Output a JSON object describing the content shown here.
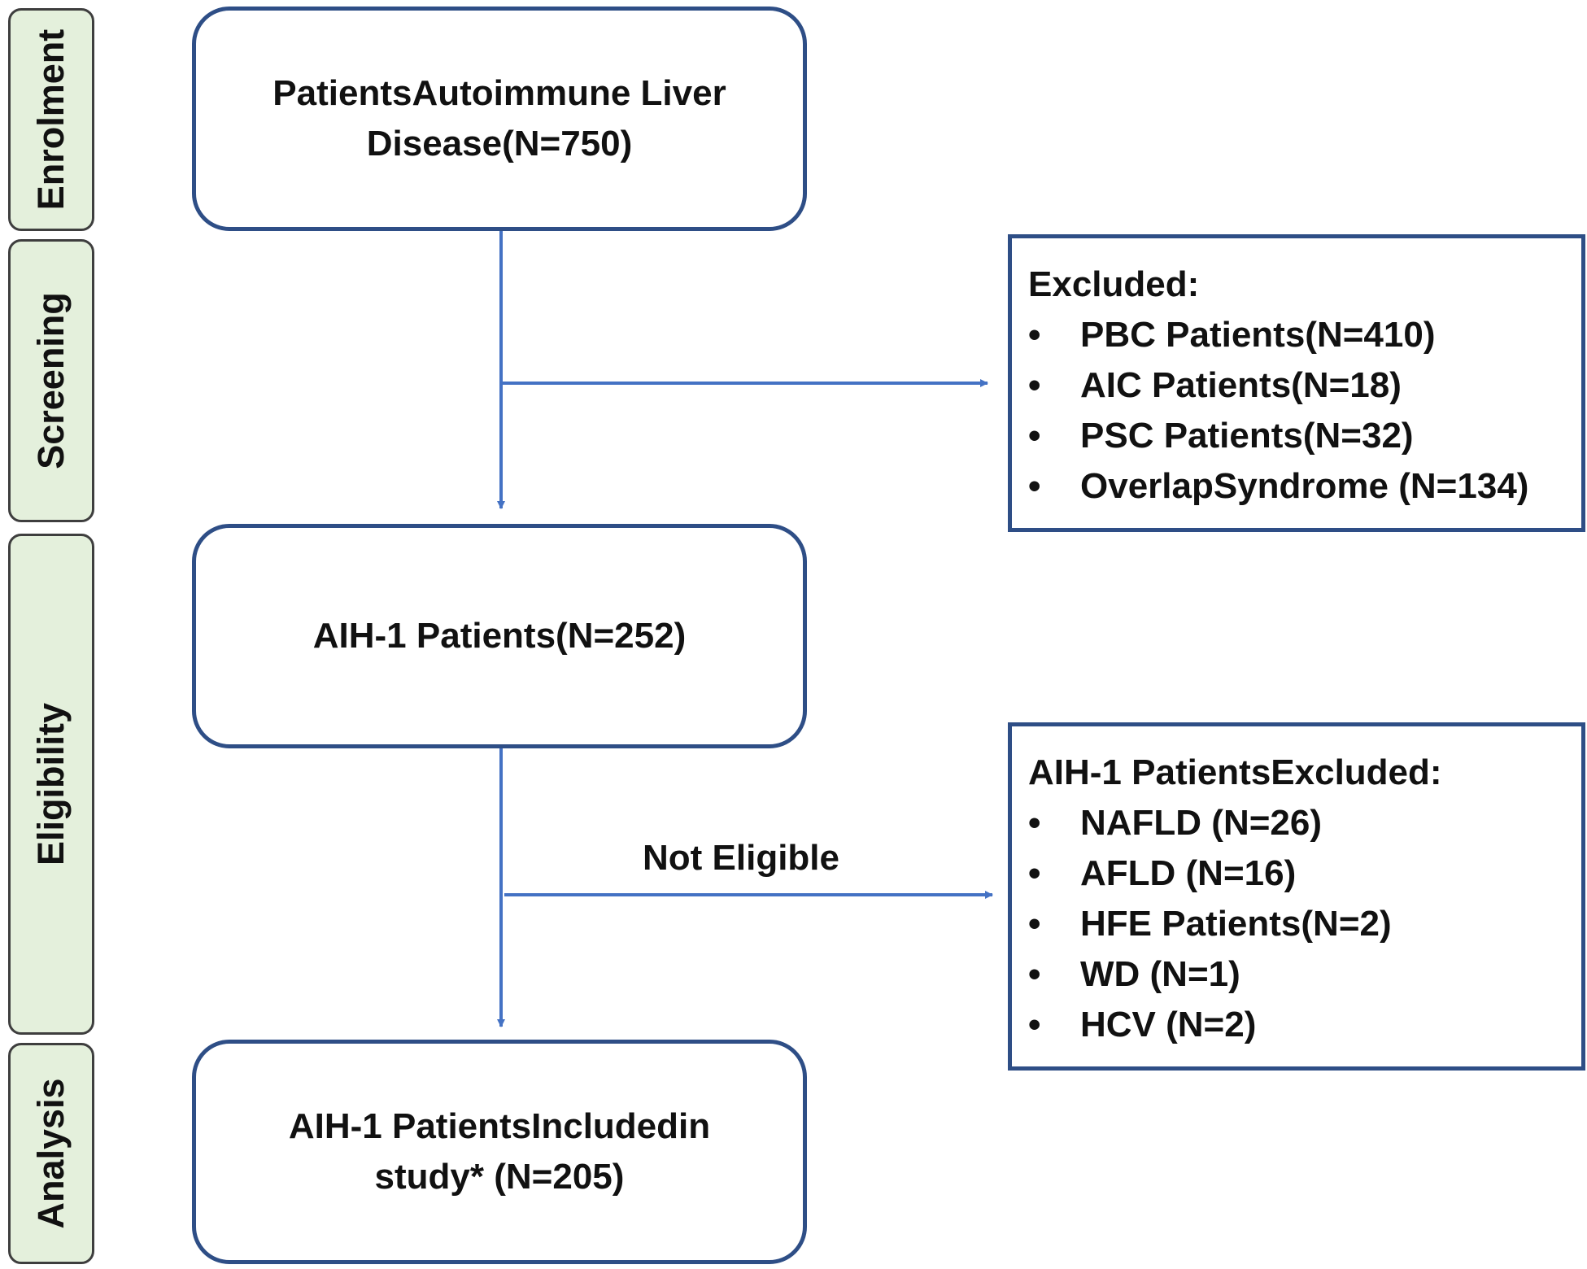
{
  "phases": [
    {
      "label": "Enrolment"
    },
    {
      "label": "Screening"
    },
    {
      "label": "Eligibility"
    },
    {
      "label": "Analysis"
    }
  ],
  "boxes": {
    "enrolment": {
      "line1": "PatientsAutoimmune Liver",
      "line2": "Disease(N=750)"
    },
    "eligible": {
      "line1": "AIH-1 Patients(N=252)"
    },
    "analysis": {
      "line1": "AIH-1 PatientsIncludedin",
      "line2": "study* (N=205)"
    }
  },
  "excluded_1": {
    "title": "Excluded:",
    "items": [
      "PBC Patients(N=410)",
      "AIC Patients(N=18)",
      "PSC Patients(N=32)",
      "OverlapSyndrome (N=134)"
    ]
  },
  "excluded_2": {
    "title": "AIH-1 PatientsExcluded:",
    "items": [
      "NAFLD (N=26)",
      "AFLD (N=16)",
      "HFE Patients(N=2)",
      "WD (N=1)",
      "HCV (N=2)"
    ]
  },
  "edge_label": "Not Eligible",
  "colors": {
    "box_border": "#2e4e86",
    "arrow": "#4472c4",
    "phase_fill": "#e4f0dc",
    "phase_border": "#3e3e3e"
  }
}
